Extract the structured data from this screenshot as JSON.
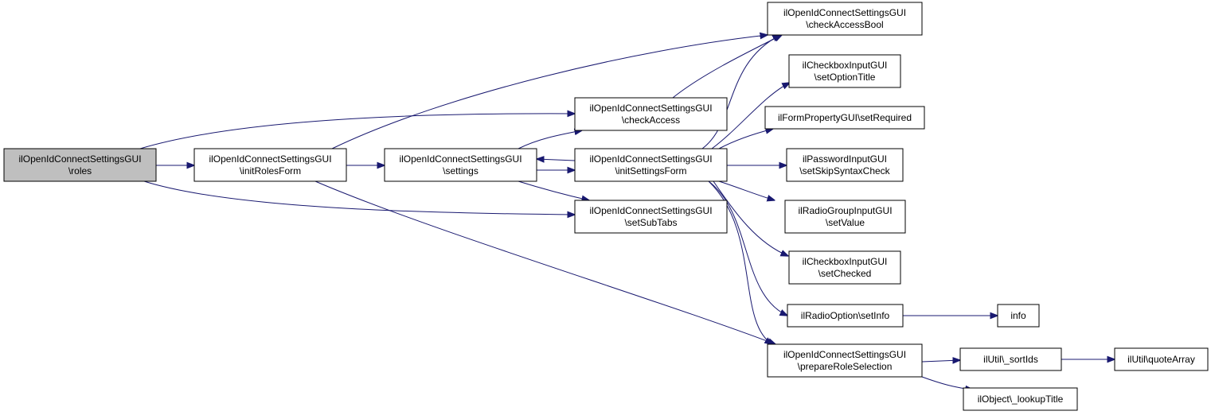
{
  "diagram": {
    "type": "call-graph",
    "nodes": [
      {
        "id": "roles",
        "lines": [
          "ilOpenIdConnectSettingsGUI",
          "\\roles"
        ],
        "highlighted": true
      },
      {
        "id": "initRolesForm",
        "lines": [
          "ilOpenIdConnectSettingsGUI",
          "\\initRolesForm"
        ]
      },
      {
        "id": "settings",
        "lines": [
          "ilOpenIdConnectSettingsGUI",
          "\\settings"
        ]
      },
      {
        "id": "checkAccessBool",
        "lines": [
          "ilOpenIdConnectSettingsGUI",
          "\\checkAccessBool"
        ]
      },
      {
        "id": "checkAccess",
        "lines": [
          "ilOpenIdConnectSettingsGUI",
          "\\checkAccess"
        ]
      },
      {
        "id": "initSettingsForm",
        "lines": [
          "ilOpenIdConnectSettingsGUI",
          "\\initSettingsForm"
        ]
      },
      {
        "id": "setSubTabs",
        "lines": [
          "ilOpenIdConnectSettingsGUI",
          "\\setSubTabs"
        ]
      },
      {
        "id": "prepareRoleSelection",
        "lines": [
          "ilOpenIdConnectSettingsGUI",
          "\\prepareRoleSelection"
        ]
      },
      {
        "id": "setOptionTitle",
        "lines": [
          "ilCheckboxInputGUI",
          "\\setOptionTitle"
        ]
      },
      {
        "id": "setRequired",
        "lines": [
          "ilFormPropertyGUI\\setRequired"
        ]
      },
      {
        "id": "setSkipSyntaxCheck",
        "lines": [
          "ilPasswordInputGUI",
          "\\setSkipSyntaxCheck"
        ]
      },
      {
        "id": "setValue",
        "lines": [
          "ilRadioGroupInputGUI",
          "\\setValue"
        ]
      },
      {
        "id": "setChecked",
        "lines": [
          "ilCheckboxInputGUI",
          "\\setChecked"
        ]
      },
      {
        "id": "setInfo",
        "lines": [
          "ilRadioOption\\setInfo"
        ]
      },
      {
        "id": "info",
        "lines": [
          "info"
        ]
      },
      {
        "id": "sortIds",
        "lines": [
          "ilUtil\\_sortIds"
        ]
      },
      {
        "id": "quoteArray",
        "lines": [
          "ilUtil\\quoteArray"
        ]
      },
      {
        "id": "lookupTitle",
        "lines": [
          "ilObject\\_lookupTitle"
        ]
      }
    ],
    "edges": [
      {
        "from": "roles",
        "to": "initRolesForm"
      },
      {
        "from": "roles",
        "to": "checkAccess"
      },
      {
        "from": "roles",
        "to": "setSubTabs"
      },
      {
        "from": "initRolesForm",
        "to": "settings"
      },
      {
        "from": "initRolesForm",
        "to": "checkAccessBool"
      },
      {
        "from": "initRolesForm",
        "to": "prepareRoleSelection"
      },
      {
        "from": "settings",
        "to": "checkAccess"
      },
      {
        "from": "settings",
        "to": "initSettingsForm"
      },
      {
        "from": "settings",
        "to": "setSubTabs"
      },
      {
        "from": "checkAccess",
        "to": "checkAccessBool"
      },
      {
        "from": "initSettingsForm",
        "to": "settings"
      },
      {
        "from": "initSettingsForm",
        "to": "checkAccessBool"
      },
      {
        "from": "initSettingsForm",
        "to": "setOptionTitle"
      },
      {
        "from": "initSettingsForm",
        "to": "setRequired"
      },
      {
        "from": "initSettingsForm",
        "to": "setSkipSyntaxCheck"
      },
      {
        "from": "initSettingsForm",
        "to": "setValue"
      },
      {
        "from": "initSettingsForm",
        "to": "setChecked"
      },
      {
        "from": "initSettingsForm",
        "to": "setInfo"
      },
      {
        "from": "initSettingsForm",
        "to": "prepareRoleSelection"
      },
      {
        "from": "setInfo",
        "to": "info"
      },
      {
        "from": "prepareRoleSelection",
        "to": "sortIds"
      },
      {
        "from": "prepareRoleSelection",
        "to": "lookupTitle"
      },
      {
        "from": "sortIds",
        "to": "quoteArray"
      }
    ],
    "colors": {
      "edge": "#191970",
      "highlight_fill": "#bfbfbf",
      "node_fill": "#ffffff",
      "border": "#000000"
    }
  }
}
